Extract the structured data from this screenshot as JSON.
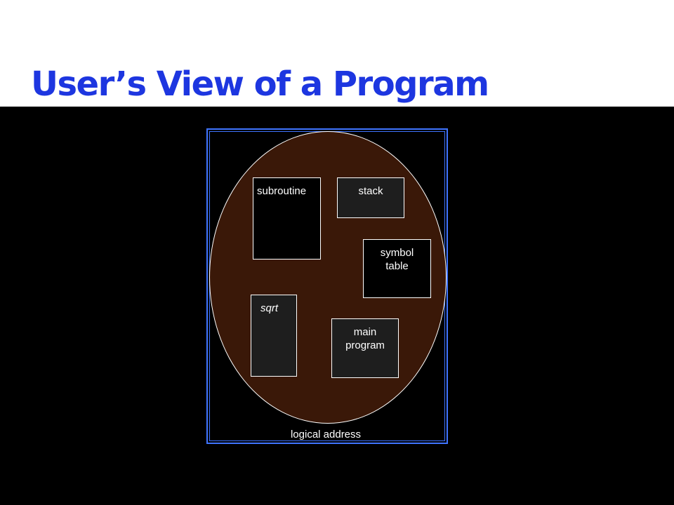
{
  "slide": {
    "title": "User’s View of a Program"
  },
  "diagram": {
    "segments": {
      "subroutine": "subroutine",
      "stack": "stack",
      "symbol_table_line1": "symbol",
      "symbol_table_line2": "table",
      "sqrt": "sqrt",
      "main_program_line1": "main",
      "main_program_line2": "program"
    },
    "caption": "logical address"
  },
  "colors": {
    "title": "#1d36e0",
    "frame": "#3f74ff",
    "ellipse_fill": "#3a1808",
    "background": "#000000"
  }
}
